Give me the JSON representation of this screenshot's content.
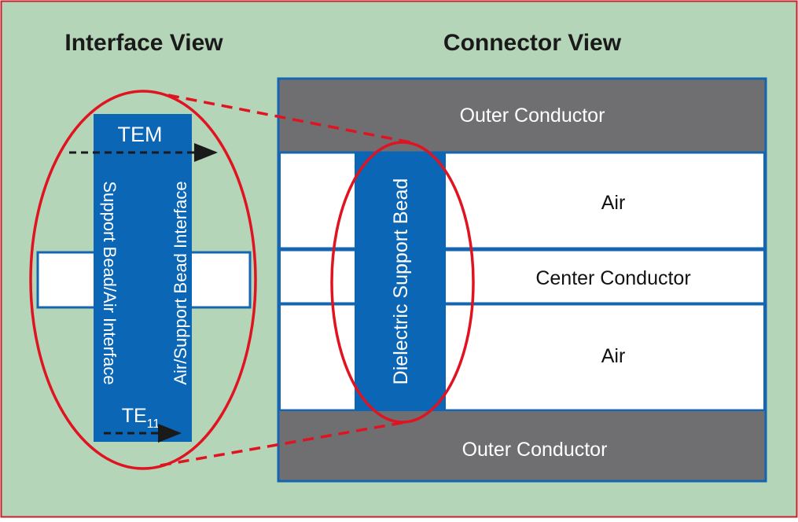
{
  "colors": {
    "background": "#b5d5b9",
    "frame_border": "#c8202f",
    "outer_conductor": "#6f6f71",
    "panel_border": "#1565b0",
    "support_bead": "#0b66b5",
    "air": "#ffffff",
    "highlight_ellipse": "#e01320",
    "arrow": "#1a1a1a",
    "title_text": "#1a1a1a",
    "light_text": "#ffffff",
    "dark_text": "#111111"
  },
  "interface_view": {
    "title": "Interface View",
    "mode_top": "TEM",
    "mode_bottom_base": "TE",
    "mode_bottom_subscript": "11",
    "left_interface_label": "Support Bead/Air Interface",
    "right_interface_label": "Air/Support Bead Interface"
  },
  "connector_view": {
    "title": "Connector View",
    "outer_conductor_top": "Outer Conductor",
    "air_top": "Air",
    "center_conductor": "Center Conductor",
    "air_bottom": "Air",
    "outer_conductor_bottom": "Outer Conductor",
    "bead_label": "Dielectric Support Bead"
  }
}
